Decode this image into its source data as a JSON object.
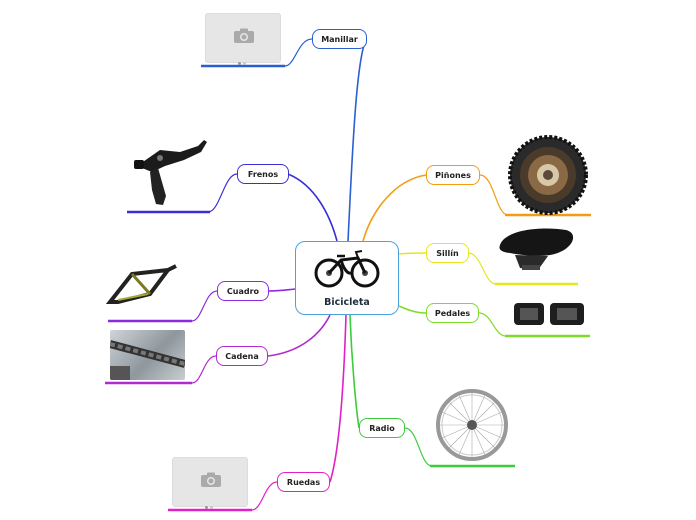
{
  "map": {
    "central": {
      "title": "Bicicleta",
      "image_icon": "bicycle-image"
    },
    "branches": {
      "manillar": {
        "label": "Manillar",
        "color": "#2a5fd0",
        "image_icon": "image-placeholder-icon"
      },
      "frenos": {
        "label": "Frenos",
        "color": "#3a2fd6",
        "image_icon": "brake-lever-image"
      },
      "cuadro": {
        "label": "Cuadro",
        "color": "#8a2be2",
        "image_icon": "bike-frame-image"
      },
      "cadena": {
        "label": "Cadena",
        "color": "#b02ad0",
        "image_icon": "bike-chain-image"
      },
      "ruedas": {
        "label": "Ruedas",
        "color": "#e020c8",
        "image_icon": "image-placeholder-icon"
      },
      "pinones": {
        "label": "Piñones",
        "color": "#f39c12",
        "image_icon": "sprocket-cassette-image"
      },
      "sillin": {
        "label": "Sillín",
        "color": "#e6e619",
        "image_icon": "bike-saddle-image"
      },
      "pedales": {
        "label": "Pedales",
        "color": "#7ddc2a",
        "image_icon": "bike-pedals-image"
      },
      "radio": {
        "label": "Radio",
        "color": "#3ccc3c",
        "image_icon": "spoked-wheel-image"
      }
    }
  }
}
